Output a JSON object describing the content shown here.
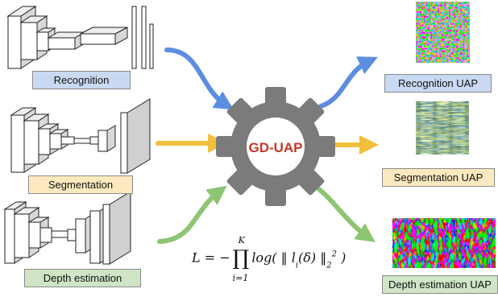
{
  "inputs": {
    "recognition": "Recognition",
    "segmentation": "Segmentation",
    "depth": "Depth estimation"
  },
  "center": {
    "label": "GD-UAP"
  },
  "outputs": {
    "recognition": "Recognition UAP",
    "segmentation": "Segmentation UAP",
    "depth": "Depth estimation UAP"
  },
  "equation": {
    "lhs": "L = −",
    "upper": "K",
    "lower": "i=1",
    "body": "log( ‖ l",
    "index": "i",
    "arg": "(δ) ‖",
    "norm_sub": "2",
    "norm_sup": "2",
    "close": " )"
  },
  "colors": {
    "blue_arrow": "#5b8ee0",
    "yellow_arrow": "#f0bf3c",
    "green_arrow": "#8dc573",
    "gear": "#7b7b7b",
    "gear_text": "#c8362a"
  }
}
